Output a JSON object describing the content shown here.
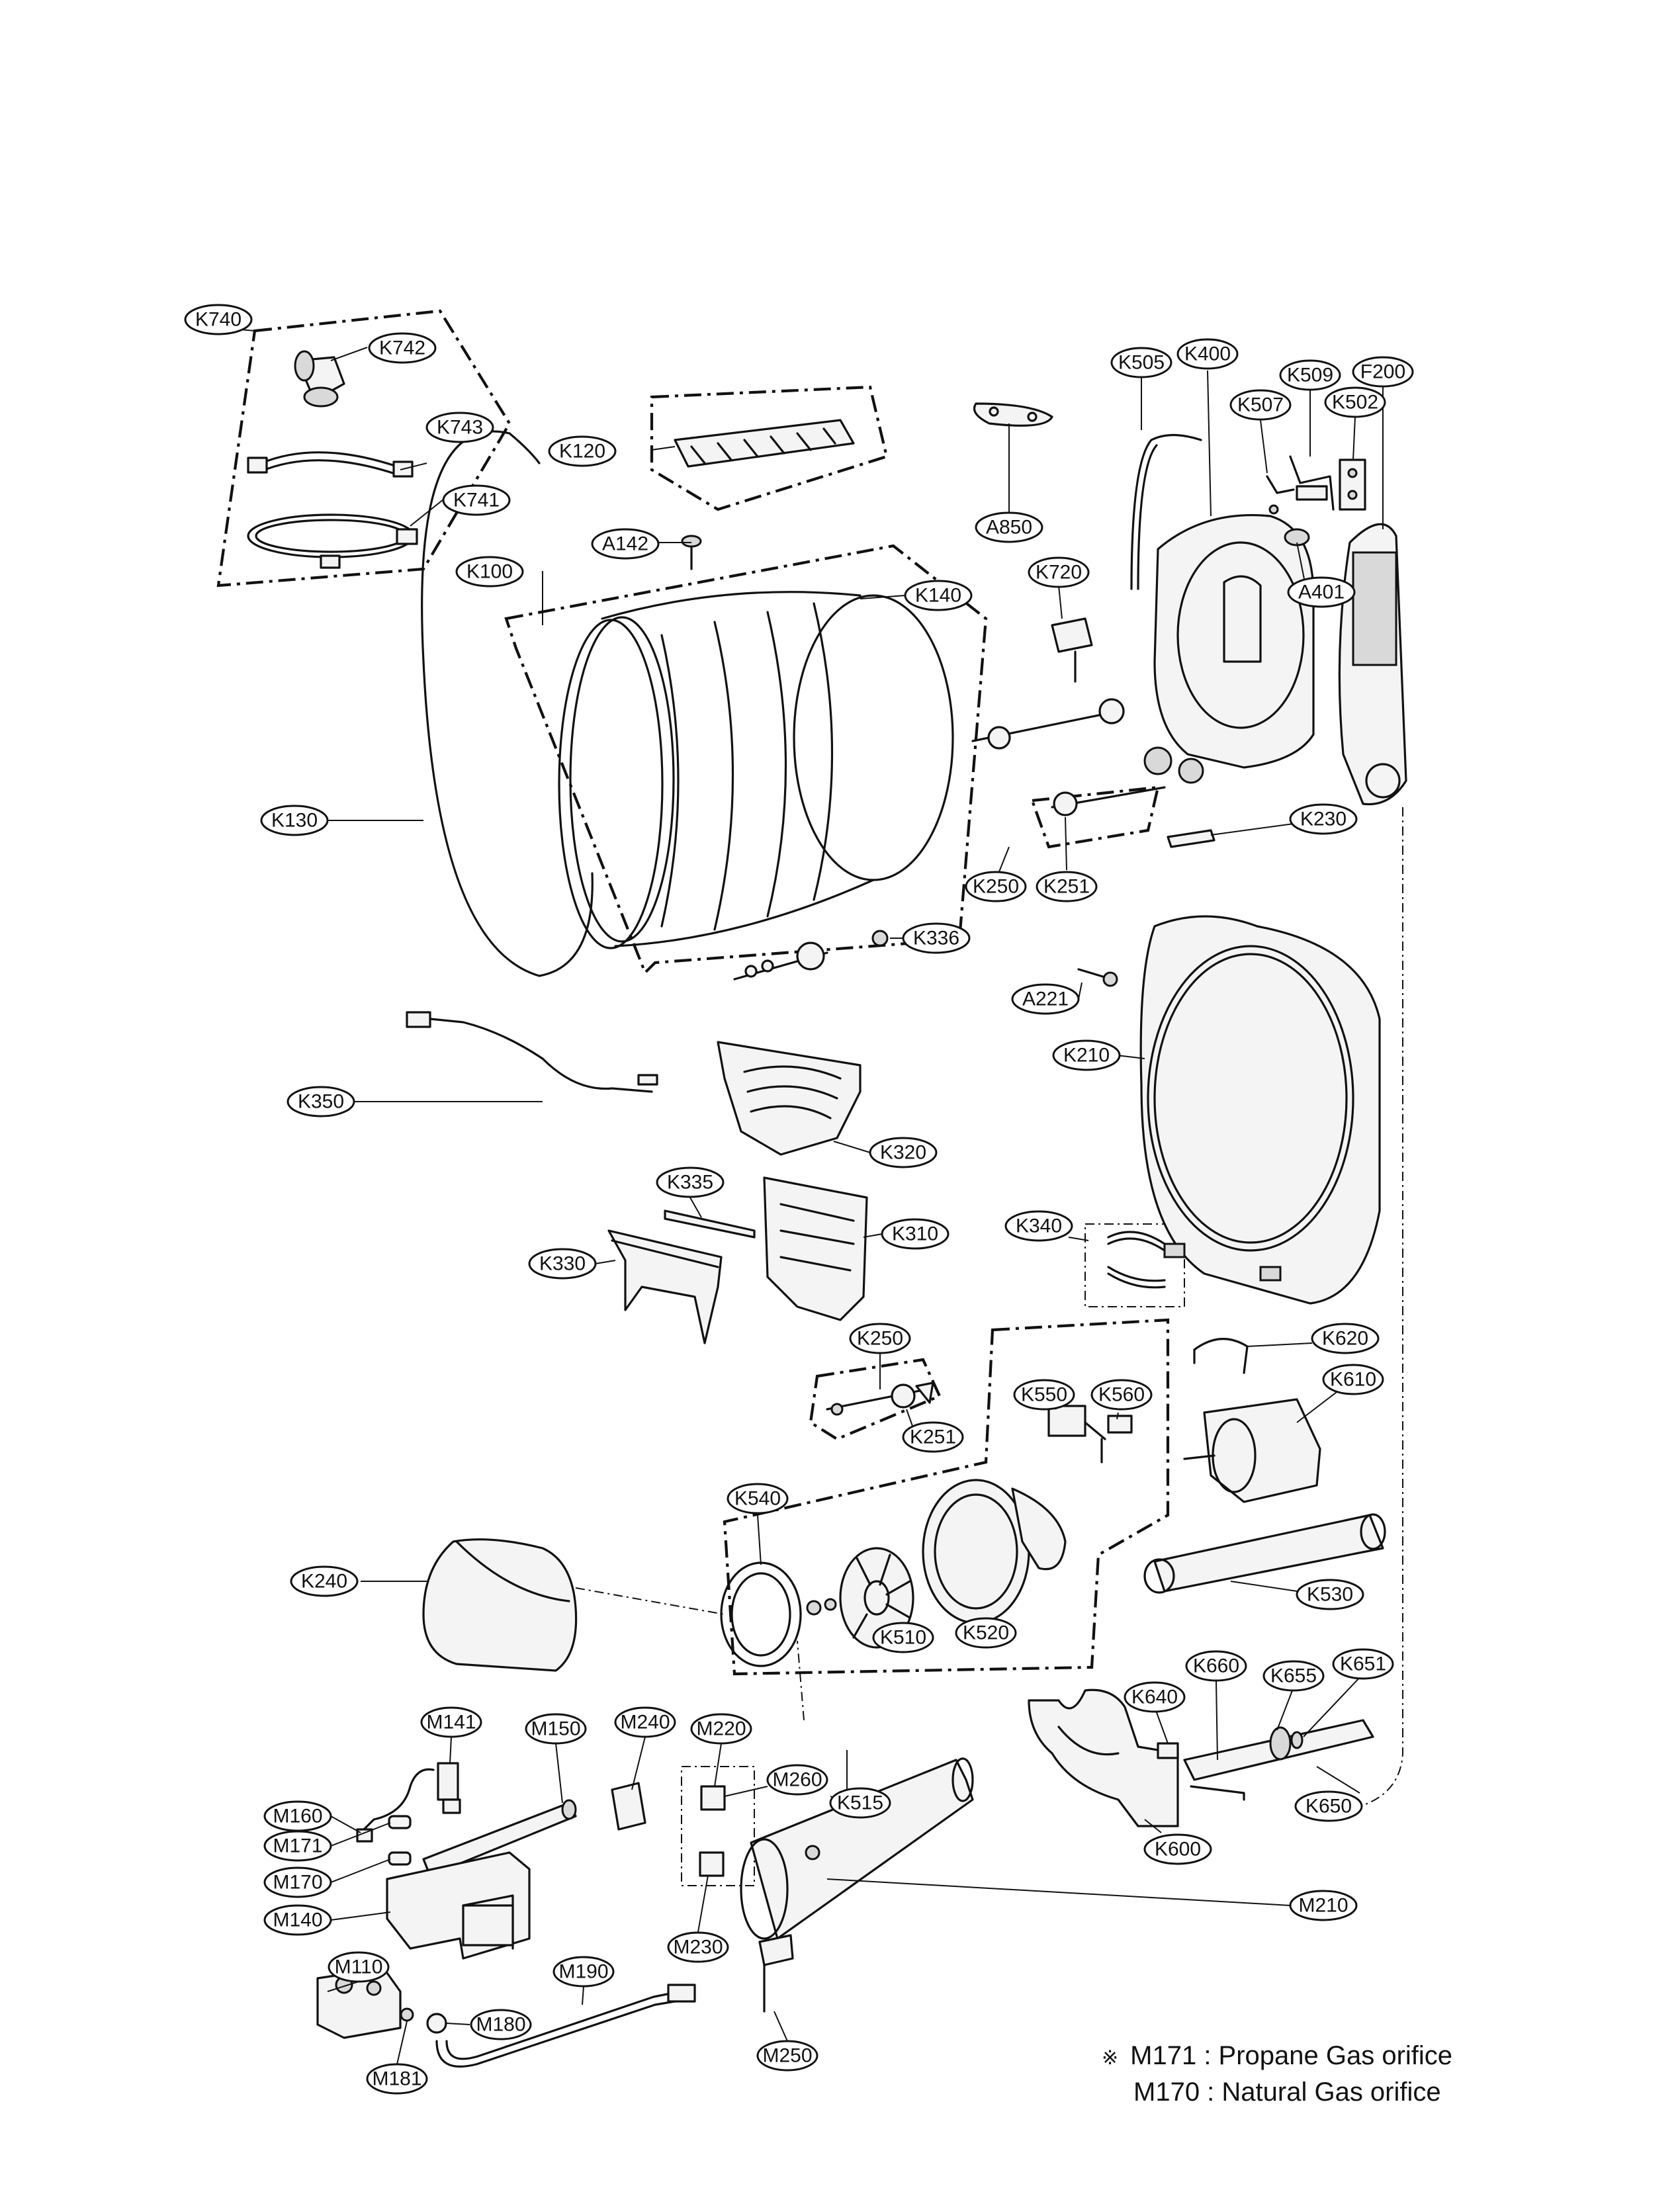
{
  "callouts": [
    {
      "id": "k740",
      "text": "K740"
    },
    {
      "id": "k742",
      "text": "K742"
    },
    {
      "id": "k743",
      "text": "K743"
    },
    {
      "id": "k741",
      "text": "K741"
    },
    {
      "id": "k120",
      "text": "K120"
    },
    {
      "id": "a142",
      "text": "A142"
    },
    {
      "id": "k100",
      "text": "K100"
    },
    {
      "id": "k140",
      "text": "K140"
    },
    {
      "id": "k130",
      "text": "K130"
    },
    {
      "id": "k336",
      "text": "K336"
    },
    {
      "id": "a850",
      "text": "A850"
    },
    {
      "id": "k505",
      "text": "K505"
    },
    {
      "id": "k400",
      "text": "K400"
    },
    {
      "id": "k509",
      "text": "K509"
    },
    {
      "id": "k507",
      "text": "K507"
    },
    {
      "id": "k502",
      "text": "K502"
    },
    {
      "id": "f200",
      "text": "F200"
    },
    {
      "id": "a401",
      "text": "A401"
    },
    {
      "id": "k720",
      "text": "K720"
    },
    {
      "id": "k230",
      "text": "K230"
    },
    {
      "id": "k250a",
      "text": "K250"
    },
    {
      "id": "k251a",
      "text": "K251"
    },
    {
      "id": "a221",
      "text": "A221"
    },
    {
      "id": "k210",
      "text": "K210"
    },
    {
      "id": "k350",
      "text": "K350"
    },
    {
      "id": "k320",
      "text": "K320"
    },
    {
      "id": "k335",
      "text": "K335"
    },
    {
      "id": "k310",
      "text": "K310"
    },
    {
      "id": "k330",
      "text": "K330"
    },
    {
      "id": "k340",
      "text": "K340"
    },
    {
      "id": "k250b",
      "text": "K250"
    },
    {
      "id": "k251b",
      "text": "K251"
    },
    {
      "id": "k550",
      "text": "K550"
    },
    {
      "id": "k560",
      "text": "K560"
    },
    {
      "id": "k620",
      "text": "K620"
    },
    {
      "id": "k610",
      "text": "K610"
    },
    {
      "id": "k540",
      "text": "K540"
    },
    {
      "id": "k240",
      "text": "K240"
    },
    {
      "id": "k510",
      "text": "K510"
    },
    {
      "id": "k520",
      "text": "K520"
    },
    {
      "id": "k530",
      "text": "K530"
    },
    {
      "id": "k660",
      "text": "K660"
    },
    {
      "id": "k651",
      "text": "K651"
    },
    {
      "id": "k655",
      "text": "K655"
    },
    {
      "id": "k640",
      "text": "K640"
    },
    {
      "id": "k650",
      "text": "K650"
    },
    {
      "id": "k600",
      "text": "K600"
    },
    {
      "id": "k515",
      "text": "K515"
    },
    {
      "id": "m141",
      "text": "M141"
    },
    {
      "id": "m150",
      "text": "M150"
    },
    {
      "id": "m240",
      "text": "M240"
    },
    {
      "id": "m220",
      "text": "M220"
    },
    {
      "id": "m260",
      "text": "M260"
    },
    {
      "id": "m160",
      "text": "M160"
    },
    {
      "id": "m171",
      "text": "M171"
    },
    {
      "id": "m170",
      "text": "M170"
    },
    {
      "id": "m140",
      "text": "M140"
    },
    {
      "id": "m230",
      "text": "M230"
    },
    {
      "id": "m210",
      "text": "M210"
    },
    {
      "id": "m110",
      "text": "M110"
    },
    {
      "id": "m190",
      "text": "M190"
    },
    {
      "id": "m180",
      "text": "M180"
    },
    {
      "id": "m181",
      "text": "M181"
    },
    {
      "id": "m250",
      "text": "M250"
    }
  ],
  "notes": {
    "mark": "※",
    "line1": "M171 : Propane Gas orifice",
    "line2": "M170 : Natural Gas orifice"
  }
}
